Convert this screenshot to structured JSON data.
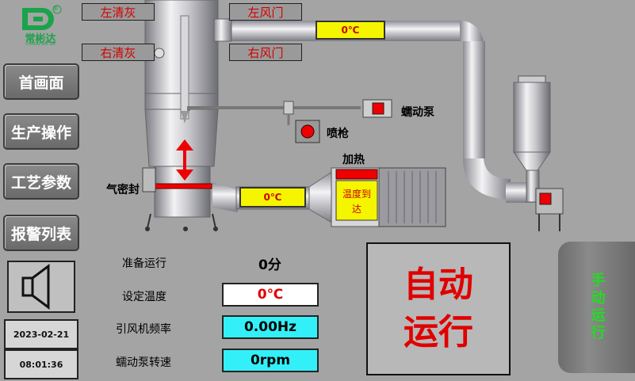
{
  "brand": {
    "name_cn": "常彬达",
    "name_en": "CHANG BIN DA",
    "registered": "®"
  },
  "nav": {
    "home": "首画面",
    "production": "生产操作",
    "process_params": "工艺参数",
    "alarm_list": "报警列表"
  },
  "status": {
    "date": "2023-02-21",
    "time": "08:01:36"
  },
  "process": {
    "left_clean": "左清灰",
    "right_clean": "右清灰",
    "left_damper": "左风门",
    "right_damper": "右风门",
    "top_temp": "0℃",
    "inlet_temp": "0℃",
    "peristaltic_pump": "蠕动泵",
    "spray_gun": "喷枪",
    "heating": "加热",
    "temp_reached": "温度到达",
    "air_seal": "气密封"
  },
  "params": {
    "prepare_label": "准备运行",
    "prepare_value": "0分",
    "set_temp_label": "设定温度",
    "set_temp_value": "0℃",
    "fan_freq_label": "引风机频率",
    "fan_freq_value": "0.00Hz",
    "pump_speed_label": "蠕动泵转速",
    "pump_speed_value": "0rpm"
  },
  "mode": {
    "auto_line1": "自动",
    "auto_line2": "运行",
    "manual": "手动运行"
  },
  "colors": {
    "accent_red": "#e00000",
    "indicator_yellow": "#f5f500",
    "value_cyan": "#33f0f8",
    "manual_green": "#22dd22"
  }
}
